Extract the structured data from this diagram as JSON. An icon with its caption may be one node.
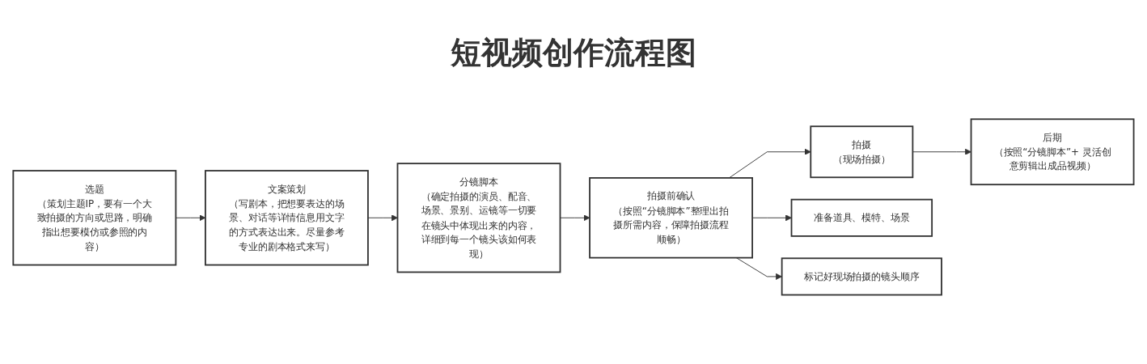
{
  "diagram": {
    "title": "短视频创作流程图",
    "nodes": [
      {
        "text": [
          "选题",
          "（策划主题IP，要有一个大致拍摄的方向或思路，明确指出想要模仿或参照的内容）"
        ]
      },
      {
        "text": [
          "文案策划",
          "（写剧本，把想要表达的场景、对话等详情信息用文字的方式表达出来。尽量参考专业的剧本格式来写）"
        ]
      },
      {
        "text": [
          "分镜脚本",
          "（确定拍摄的演员、配音、场景、景别、运镜等一切要在镜头中体现出来的内容，详细到每一个镜头该如何表现）"
        ]
      },
      {
        "text": [
          "拍摄前确认",
          "（按照“分镜脚本”整理出拍摄所需内容，保障拍摄流程顺畅）"
        ]
      },
      {
        "text": [
          "拍摄",
          "（现场拍摄）"
        ]
      },
      {
        "text": [
          "后期",
          "（按照“分镜脚本”+ 灵活创意剪辑出成品视频）"
        ]
      },
      {
        "text": [
          "准备道具、模特、场景"
        ]
      },
      {
        "text": [
          "标记好现场拍摄的镜头顺序"
        ]
      }
    ],
    "edges": [
      {
        "from": 0,
        "to": 1,
        "arrow": "to"
      },
      {
        "from": 1,
        "to": 2,
        "arrow": "to"
      },
      {
        "from": 2,
        "to": 3,
        "arrow": "to"
      },
      {
        "from": 3,
        "to": 4,
        "arrow": "to"
      },
      {
        "from": 4,
        "to": 5,
        "arrow": "to"
      },
      {
        "from": 3,
        "to": 6,
        "arrow": "to"
      },
      {
        "from": 3,
        "to": 7,
        "arrow": "to"
      }
    ]
  }
}
